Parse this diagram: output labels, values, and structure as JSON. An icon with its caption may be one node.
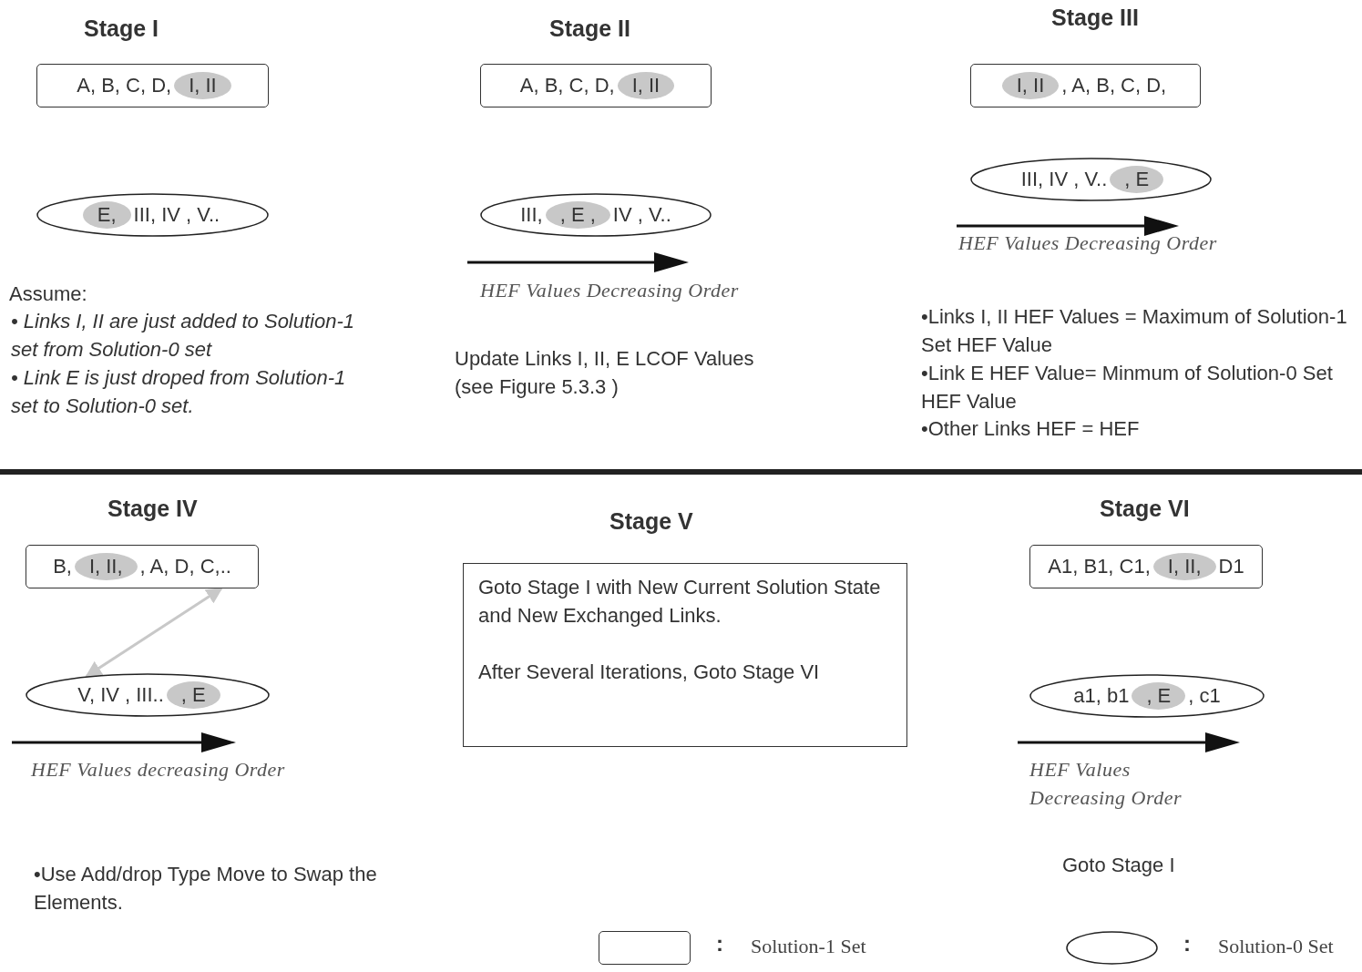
{
  "diagram": {
    "nodes": [
      {
        "text": [
          "A, B, C, D,",
          "I, II"
        ]
      },
      {
        "text": [
          "E,",
          "III,  IV , V.."
        ]
      },
      {
        "text": [
          "A, B, C, D,",
          "I, II"
        ]
      },
      {
        "text": [
          "III,",
          ", E ,",
          "IV , V.."
        ]
      },
      {
        "text": [
          "I, II",
          ", A, B, C, D,"
        ]
      },
      {
        "text": [
          "III, IV , V..",
          ", E"
        ]
      },
      {
        "text": [
          "B,",
          "I, II,",
          ", A, D, C,.."
        ]
      },
      {
        "text": [
          "V, IV , III..",
          ", E"
        ]
      },
      {
        "text": [
          "Goto Stage I with New Current Solution State and New Exchanged Links.",
          "After Several Iterations, Goto Stage VI"
        ]
      },
      {
        "text": [
          "A1, B1, C1,",
          "I, II,",
          "D1"
        ]
      },
      {
        "text": [
          "a1, b1",
          ", E",
          ", c1"
        ]
      },
      {
        "text": [],
        "shape": "box"
      },
      {
        "text": [],
        "shape": "ellipse"
      }
    ],
    "edges": [
      {
        "from": 6,
        "to": 7,
        "arrow": "both",
        "color": "#c8c8c8"
      }
    ],
    "labels": [
      "Stage I",
      "Stage II",
      "Stage III",
      "Assume:",
      "• Links I, II are just added to Solution-1 set from Solution-0 set",
      "• Link E is just droped from Solution-1 set to Solution-0 set.",
      "HEF Values Decreasing Order",
      "HEF Values  Decreasing Order",
      "Update Links I, II, E  LCOF Values (see Figure 5.3.3 )",
      "•Links I, II HEF Values = Maximum of  Solution-1 Set  HEF Value",
      "•Link E HEF Value= Minmum of Solution-0 Set  HEF Value",
      "•Other Links HEF = HEF",
      "Stage IV",
      "Stage V",
      "Stage VI",
      "HEF Values  decreasing Order",
      "HEF Values Decreasing Order",
      "•Use Add/drop Type Move to Swap the Elements.",
      "Goto Stage I",
      ":",
      ":"
    ],
    "legend": [
      {
        "text": "Solution-1 Set"
      },
      {
        "text": "Solution-0 Set"
      }
    ]
  }
}
